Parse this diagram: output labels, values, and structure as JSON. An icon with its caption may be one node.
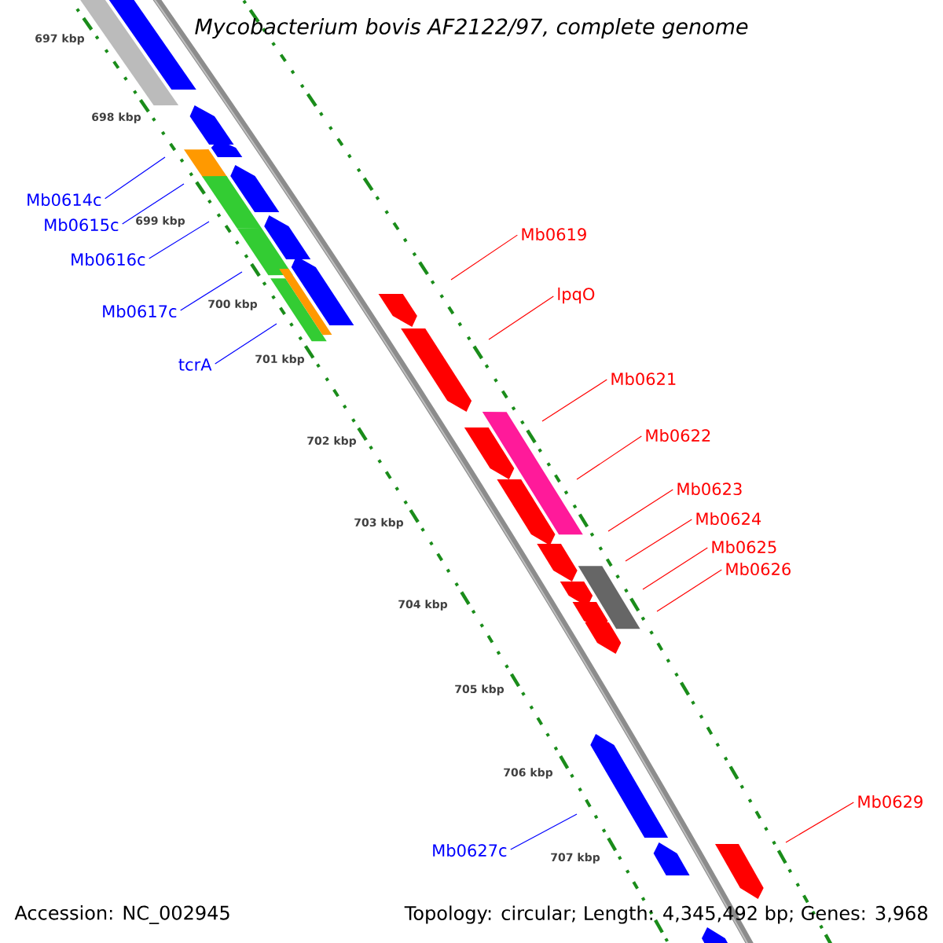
{
  "diagram": {
    "title": "Mycobacterium bovis AF2122/97, complete genome",
    "nodes": [
      {
        "text": [
          "Mb0614c"
        ]
      },
      {
        "text": [
          "Mb0615c"
        ]
      },
      {
        "text": [
          "Mb0616c"
        ]
      },
      {
        "text": [
          "Mb0617c"
        ]
      },
      {
        "text": [
          "tcrA"
        ]
      },
      {
        "text": [
          "Mb0619"
        ]
      },
      {
        "text": [
          "lpqO"
        ]
      },
      {
        "text": [
          "Mb0621"
        ]
      },
      {
        "text": [
          "Mb0622"
        ]
      },
      {
        "text": [
          "Mb0623"
        ]
      },
      {
        "text": [
          "Mb0624"
        ]
      },
      {
        "text": [
          "Mb0625"
        ]
      },
      {
        "text": [
          "Mb0626"
        ]
      },
      {
        "text": [
          "Mb0627c"
        ]
      },
      {
        "text": [
          "Mb0629"
        ]
      }
    ],
    "edges": [
      {
        "from": 0,
        "to": null,
        "arrow": "none",
        "color": "#0000ff"
      },
      {
        "from": 1,
        "to": null,
        "arrow": "none",
        "color": "#0000ff"
      },
      {
        "from": 2,
        "to": null,
        "arrow": "none",
        "color": "#0000ff"
      },
      {
        "from": 3,
        "to": null,
        "arrow": "none",
        "color": "#0000ff"
      },
      {
        "from": 4,
        "to": null,
        "arrow": "none",
        "color": "#0000ff"
      },
      {
        "from": 5,
        "to": null,
        "arrow": "none"
      },
      {
        "from": 6,
        "to": null,
        "arrow": "none"
      },
      {
        "from": 7,
        "to": null,
        "arrow": "none"
      },
      {
        "from": 8,
        "to": null,
        "arrow": "none"
      },
      {
        "from": 9,
        "to": null,
        "arrow": "none"
      },
      {
        "from": 10,
        "to": null,
        "arrow": "none"
      },
      {
        "from": 11,
        "to": null,
        "arrow": "none"
      },
      {
        "from": 12,
        "to": null,
        "arrow": "none"
      },
      {
        "from": 13,
        "to": null,
        "arrow": "none",
        "color": "#0000ff"
      },
      {
        "from": 14,
        "to": null,
        "arrow": "none"
      }
    ],
    "labels": [
      "697 kbp",
      "698 kbp",
      "699 kbp",
      "700 kbp",
      "701 kbp",
      "702 kbp",
      "703 kbp",
      "704 kbp",
      "705 kbp",
      "706 kbp",
      "707 kbp",
      "Accession: NC_002945",
      "Topology: circular; Length: 4,345,492 bp; Genes: 3,968"
    ]
  }
}
